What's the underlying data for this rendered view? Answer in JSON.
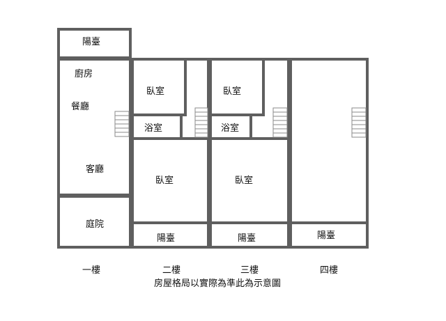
{
  "colors": {
    "wall": "#5f5f5f",
    "stair": "#8a8a8a",
    "text": "#111111",
    "background": "#ffffff"
  },
  "floor1": {
    "balcony": "陽臺",
    "kitchen": "廚房",
    "dining": "餐廳",
    "living": "客廳",
    "yard": "庭院",
    "label": "一樓"
  },
  "floor2": {
    "bedroom_top": "臥室",
    "bathroom": "浴室",
    "bedroom_main": "臥室",
    "balcony": "陽臺",
    "label": "二樓"
  },
  "floor3": {
    "bedroom_top": "臥室",
    "bathroom": "浴室",
    "bedroom_main": "臥室",
    "balcony": "陽臺",
    "label": "三樓"
  },
  "floor4": {
    "balcony": "陽臺",
    "label": "四樓"
  },
  "note": "房屋格局以實際為準此為示意圖"
}
